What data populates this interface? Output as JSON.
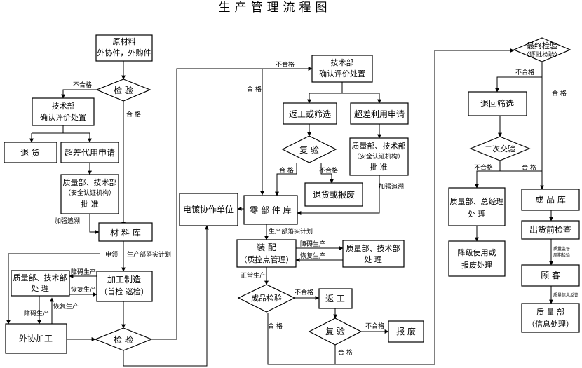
{
  "title": "生产管理流程图",
  "nodes": {
    "raw": [
      "原材料",
      "外协件，外购件"
    ],
    "inspect1": "检  验",
    "tech1": [
      "技术部",
      "确认评价处置"
    ],
    "return1": "退   货",
    "deviation1": "超差代用申请",
    "quality1": [
      "质量部、技术部",
      "（安全认证机构）",
      "批  准"
    ],
    "materials": "材 料 库",
    "quality2": [
      "质量部、技术部",
      "处   理"
    ],
    "machining": [
      "加工制造",
      "（首检  巡检）"
    ],
    "outsource": "外协加工",
    "inspect2": "检  验",
    "plating": "电镀协作单位",
    "tech2": [
      "技术部",
      "确认评价处置"
    ],
    "rework1": "返工或筛选",
    "deviation2": "超差利用申请",
    "reinspect1": "复  验",
    "quality3": [
      "质量部、技术部",
      "（安全认证机构）",
      "批  准"
    ],
    "scrap1": "退货或报废",
    "parts": "零 部 件 库",
    "assembly": [
      "装  配",
      "（质控点管理）"
    ],
    "quality4": [
      "质量部、技术部",
      "处   理"
    ],
    "final_inspect1": "成品检验",
    "rework2": "返   工",
    "reinspect2": "复  验",
    "scrap2": "报  废",
    "final_inspect2": [
      "最终检验",
      "（逐批检验）"
    ],
    "sort": "退回筛选",
    "second_inspect": "二次交验",
    "quality5": [
      "质量部、总经理",
      "处   理"
    ],
    "downgrade": [
      "降级使用或",
      "报废处理"
    ],
    "finished": "成 品 库",
    "predelivery": "出货前检查",
    "customer": "顾   客",
    "quality6": [
      "质 量 部",
      "（信息处理）"
    ]
  },
  "labels": {
    "fail": "不合格",
    "pass": "合 格",
    "strengthen": "加强追溯",
    "requisition": "申领",
    "production_plan": "生产部落实计划",
    "blocked": "障碍生产",
    "resume": "恢复生产",
    "normal": "正常生产",
    "quality_supervision": [
      "质量监督",
      "周期检验"
    ],
    "quality_feedback": "质量信息反馈"
  }
}
